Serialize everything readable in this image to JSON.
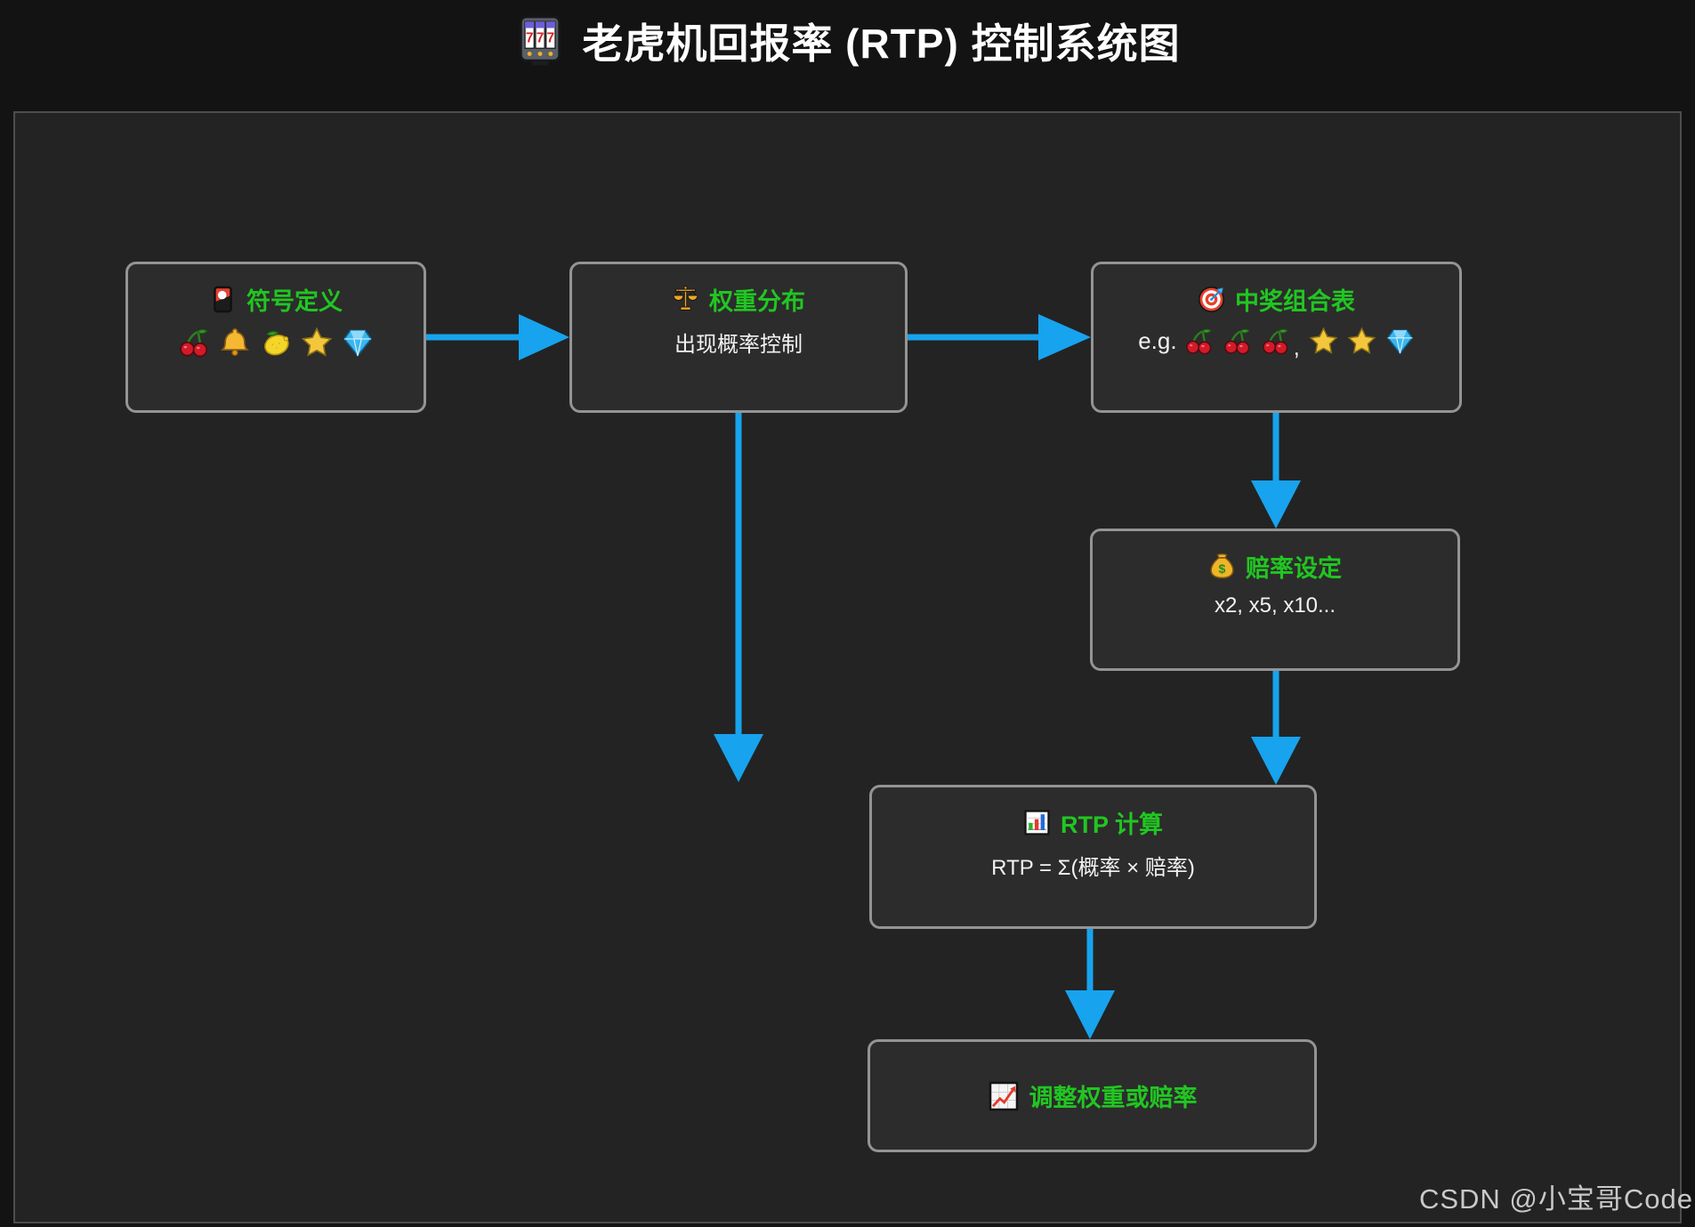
{
  "title": {
    "icon": "slot-machine",
    "text": "老虎机回报率 (RTP) 控制系统图"
  },
  "watermark": "CSDN @小宝哥Code",
  "colors": {
    "node_title_green": "#21c621",
    "arrow_blue": "#17a3ee",
    "node_background": "#2c2c2c",
    "node_border": "#949494",
    "canvas_background": "#232323",
    "page_background": "#131313",
    "title_text": "#ffffff"
  },
  "nodes": [
    {
      "id": "symbol-definition",
      "icon": "flower-card",
      "title": "符号定义",
      "icons": [
        "cherries",
        "bell",
        "lemon",
        "star",
        "gem"
      ]
    },
    {
      "id": "weight-distribution",
      "icon": "scale",
      "title": "权重分布",
      "subtitle": "出现概率控制"
    },
    {
      "id": "win-combination-table",
      "icon": "target",
      "title": "中奖组合表",
      "subtitle_prefix": "e.g.",
      "icons": [
        "cherries",
        "cherries",
        "cherries",
        ",",
        "star",
        "star",
        "gem"
      ]
    },
    {
      "id": "payout-setting",
      "icon": "moneybag",
      "title": "赔率设定",
      "subtitle": "x2, x5, x10..."
    },
    {
      "id": "rtp-calculation",
      "icon": "barchart",
      "title": "RTP 计算",
      "subtitle": "RTP = Σ(概率 × 赔率)"
    },
    {
      "id": "adjust-weights",
      "icon": "chart-up",
      "title": "调整权重或赔率"
    }
  ],
  "edges": [
    {
      "from": "symbol-definition",
      "to": "weight-distribution"
    },
    {
      "from": "weight-distribution",
      "to": "win-combination-table"
    },
    {
      "from": "weight-distribution",
      "to": "rtp-calculation"
    },
    {
      "from": "win-combination-table",
      "to": "payout-setting"
    },
    {
      "from": "payout-setting",
      "to": "rtp-calculation"
    },
    {
      "from": "rtp-calculation",
      "to": "adjust-weights"
    }
  ]
}
